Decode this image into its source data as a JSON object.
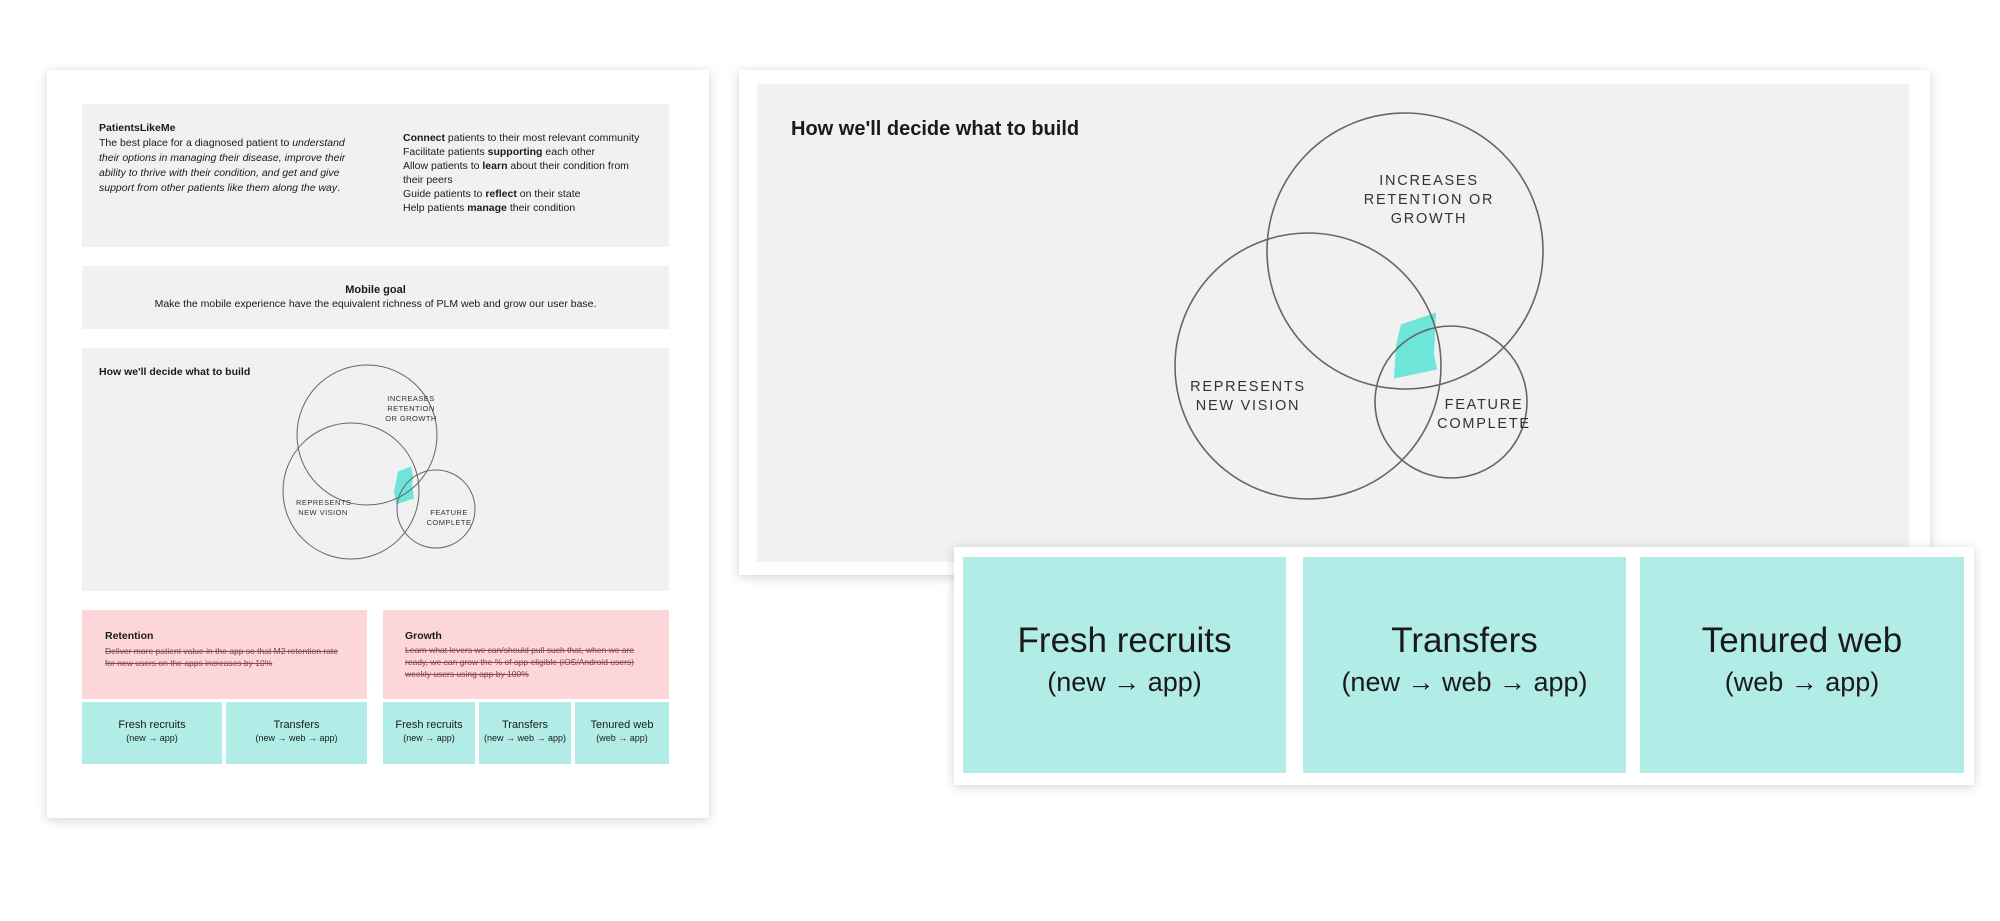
{
  "left_doc": {
    "intro": {
      "brand": "PatientsLikeMe",
      "mission_prefix": "The best place for a diagnosed patient to ",
      "mission_italic": "understand their options in managing their disease, improve their ability to thrive with their condition, and get and give support from other patients like them along the way",
      "mission_suffix": ".",
      "goals": [
        {
          "bold": "Connect",
          "rest": " patients to their most relevant community",
          "pre": ""
        },
        {
          "pre": "Facilitate patients ",
          "bold": "supporting",
          "rest": " each other"
        },
        {
          "pre": "Allow patients to ",
          "bold": "learn",
          "rest": " about their condition from their peers"
        },
        {
          "pre": "Guide patients to ",
          "bold": "reflect",
          "rest": " on their state"
        },
        {
          "pre": "Help patients ",
          "bold": "manage",
          "rest": " their condition"
        }
      ]
    },
    "mobile_goal": {
      "title": "Mobile goal",
      "text": "Make the mobile experience have the equivalent richness of PLM web and grow our user base."
    },
    "decide": {
      "title": "How we'll decide what to build",
      "circle_a": "INCREASES RETENTION OR GROWTH",
      "circle_b": "REPRESENTS NEW VISION",
      "circle_c": "FEATURE COMPLETE"
    },
    "retention": {
      "title": "Retention",
      "text": "Deliver more patient value in the app so that M2 retention rate for new users on the apps increases by 10%"
    },
    "growth": {
      "title": "Growth",
      "text": "Learn what levers we can/should pull such that, when we are ready, we can grow the % of app eligible (iOS/Android users) weekly users using app by 100%"
    },
    "segments_left": [
      {
        "name": "Fresh recruits",
        "path": "(new → app)"
      },
      {
        "name": "Transfers",
        "path": "(new → web → app)"
      }
    ],
    "segments_right": [
      {
        "name": "Fresh recruits",
        "path": "(new → app)"
      },
      {
        "name": "Transfers",
        "path": "(new → web → app)"
      },
      {
        "name": "Tenured web",
        "path": "(web → app)"
      }
    ]
  },
  "right_slide": {
    "title": "How we'll decide what to build",
    "circle_a_lines": [
      "INCREASES",
      "RETENTION OR",
      "GROWTH"
    ],
    "circle_b_lines": [
      "REPRESENTS",
      "NEW VISION"
    ],
    "circle_c_lines": [
      "FEATURE",
      "COMPLETE"
    ]
  },
  "segment_cards": [
    {
      "name": "Fresh recruits",
      "path": "(new → app)"
    },
    {
      "name": "Transfers",
      "path": "(new → web → app)"
    },
    {
      "name": "Tenured web",
      "path": "(web → app)"
    }
  ],
  "colors": {
    "teal_card": "#b2ece6",
    "teal_highlight": "#6de5d8",
    "pink_card": "#fdd6da",
    "panel_grey": "#f1f1f1"
  }
}
